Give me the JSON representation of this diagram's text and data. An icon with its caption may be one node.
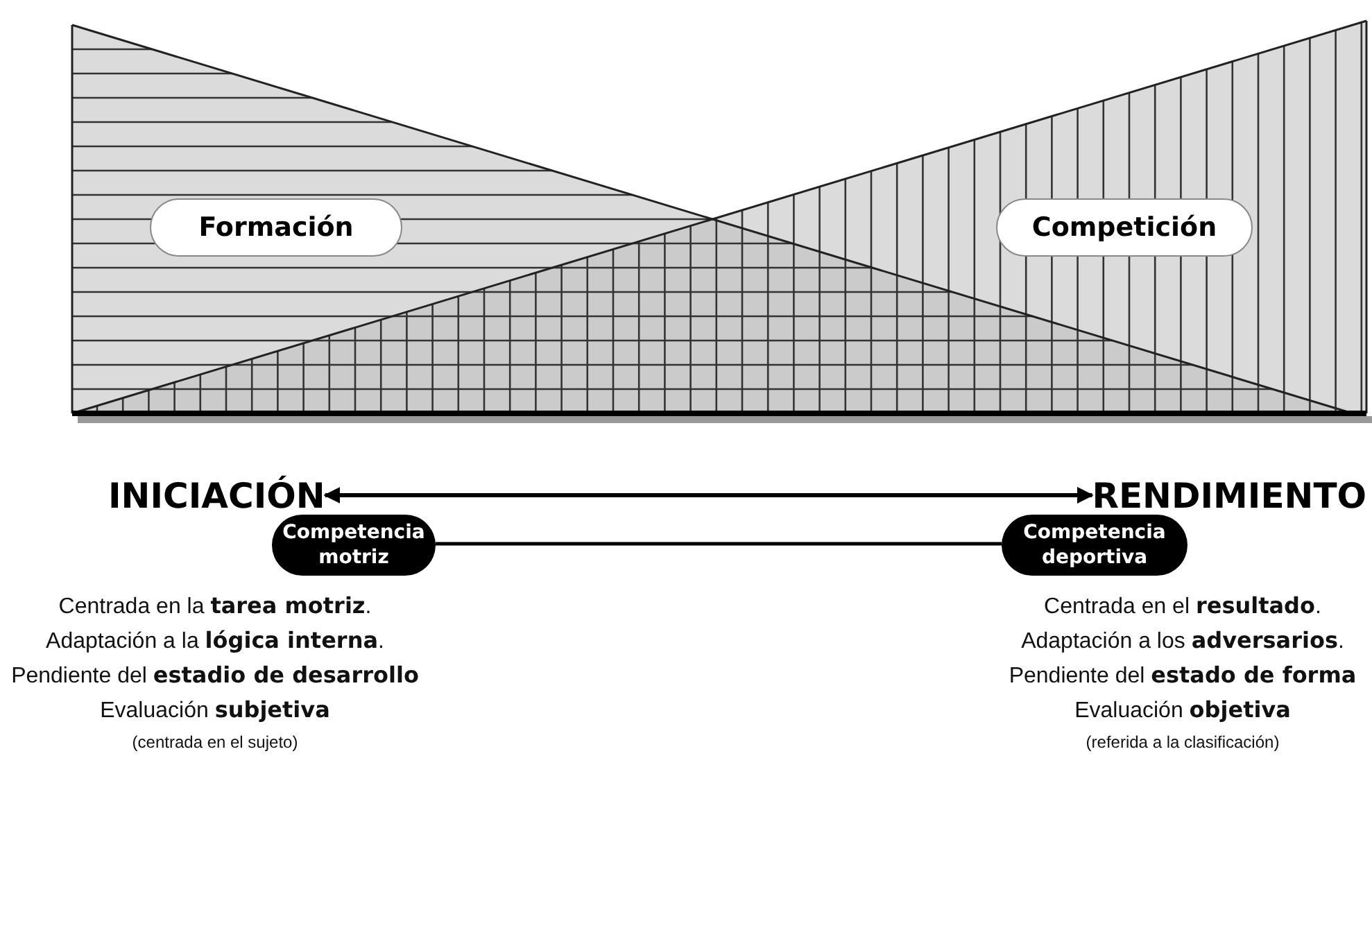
{
  "diagram": {
    "nodes": [
      {
        "text": [
          "Formación"
        ]
      },
      {
        "text": [
          "Competición"
        ]
      },
      {
        "text": [
          "INICIACIÓN"
        ]
      },
      {
        "text": [
          "RENDIMIENTO"
        ]
      },
      {
        "text": [
          "Competencia motriz"
        ]
      },
      {
        "text": [
          "Competencia deportiva"
        ]
      }
    ],
    "edges": [
      {
        "from": 2,
        "to": 3,
        "arrow": "both"
      },
      {
        "from": 4,
        "to": 5,
        "arrow": "none"
      }
    ],
    "labels": [
      "Centrada en la **tarea motriz**.",
      "Adaptación a la **lógica interna**.",
      "Pendiente del **estadio de desarrollo**",
      "Evaluación **subjetiva**",
      "(centrada en el sujeto)",
      "Centrada en el **resultado**.",
      "Adaptación a los **adversarios**.",
      "Pendiente del **estado de forma**",
      "Evaluación **objetiva**",
      "(referida a la clasificación)"
    ]
  }
}
